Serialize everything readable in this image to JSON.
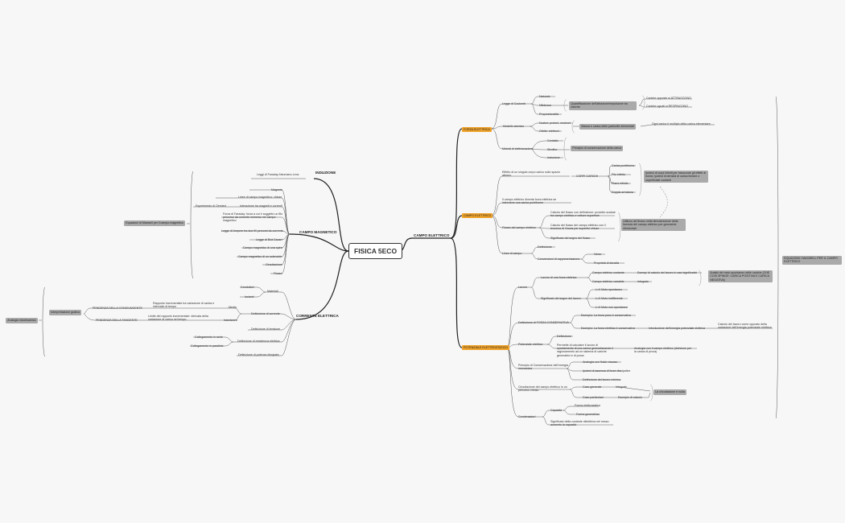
{
  "central": "FISICA 5ECO",
  "branches": {
    "induzione": "INDUZIONE",
    "campo_magnetico": "CAMPO MAGNETICO",
    "corrente": "CORRENTE ELETTRICA",
    "campo_elettrico": "CAMPO ELETTRICO"
  },
  "left": {
    "leggi_faraday": "Leggi di Faraday-Neumann-Lenz",
    "magnete": "Magnete",
    "linee_cm": "Linee di campo magnetico: chiuse",
    "interazione": "Interazione tra magneti e correnti",
    "esp_oersted": "Esperimento di Oersted",
    "forza_faraday": "Forza di Faraday: forza a cui è soggetto un filo percorso da corrente immerso nel campo magnetico",
    "legge_ampere": "Legge di Ampere tra due fili percorsi da corrente",
    "biot_savart": "Legge di Biot-Savart",
    "cm_spira": "Campo magnetico di una spira",
    "cm_solenoide": "Campo magnetico di un solenoide",
    "circuitazione": "Circuitazione",
    "flusso": "Flusso",
    "maxwell_cm": "Equazioni di Maxwell per il campo magnetico",
    "materiali": "Materiali",
    "conduttori": "Conduttori",
    "isolanti": "Isolanti",
    "def_corrente": "Definizione di corrente",
    "media": "Media",
    "istantanea": "Istantanea",
    "rapporto": "Rapporto incrementale tra variazione di carica e intervallo di tempo",
    "limite": "Limite del rapporto incrementale: derivata della variazione di carica nel tempo",
    "pendenza_cong": "PENDENZA DELLA CONGIUNGENTE",
    "pendenza_tang": "PENDENZA DELLA TANGENTE",
    "interp_grafica": "Interpretazione grafica",
    "analogia": "Analogia idrodinamica",
    "def_tensione": "Definizione di tensione",
    "def_resistenza": "Definizione di resistenza elettrica",
    "coll_serie": "Collegamento in serie",
    "coll_parallelo": "Collegamento in parallelo",
    "def_potenza": "Definizione di potenza dissipata"
  },
  "right": {
    "forza_elettrica": "FORZA ELETTRICA",
    "legge_coulomb": "Legge di Coulomb",
    "naturale": "Naturale",
    "nitidezza": "Nitidezza",
    "proporzionalita": "Proporzionalità",
    "quantificazione": "Quantificazione dell'attrazione/repulsione tra cariche",
    "opposte": "Cariche opposte si ATTRAGGONO",
    "uguali": "Cariche uguali si RESPINGONO",
    "modello_atomico": "Modello atomico",
    "nucleo": "Nucleo: protoni, neutroni",
    "orbite": "Orbite: elettroni",
    "massa_carica": "Massa e carica delle particelle elementari",
    "ogni_carica": "Ogni carica è multiplo della carica elementare",
    "metodi": "Metodi di elettrizzazione",
    "contatto": "Contatto",
    "strofino": "Strofino",
    "induzione_el": "Induzione",
    "conservazione": "Principio di conservazione della carica",
    "campo_elettrico_tag": "CAMPO ELETTRICO",
    "effetto": "Effetto di un singolo corpo carico sullo spazio attorno",
    "corpi_carichi": "CORPI CARICHI",
    "carica_puntiforme": "Carica puntiforme",
    "filo_infinito": "Filo infinito",
    "piano_infinito": "Piano infinito",
    "doppia_armatura": "Doppia armatura",
    "ipotesi": "Ipotesi di corpi infiniti per trascurare gli effetti di bordo; ipotesi di densità di carica lineare o superficiale costanti",
    "diventa_forza": "Il campo elettrico diventa forza elettrica se interviene una carica puntiforme",
    "flusso_ce": "Flusso del campo elettrico",
    "calcolo_flusso": "Calcolo del flusso con definizione: prodotto scalare tra campo elettrico e vettore superficie",
    "calcolo_gauss": "Calcolo del flusso del campo elettrico con il teorema di Gauss per superfici chiuse",
    "significato_segno": "Significato del segno del flusso",
    "utilizzo_flusso": "Utilizzo del flusso nella dimostrazione della formula del campo elettrico per geometrie elementari",
    "linee_campo": "Linee di campo",
    "definizione": "Definizione",
    "convenzioni": "Convenzioni di rappresentazione",
    "verso": "Verso",
    "densita": "Proprietà di densità",
    "potenziale": "POTENZIALE ELETTROSTATICO",
    "lavoro": "Lavoro",
    "lavoro_forza": "Lavoro di una forza elettrica",
    "ce_costante": "Campo elettrico costante",
    "ce_variabile": "Campo elettrico variabile",
    "esempi_calcolo": "Esempi di calcolo del lavoro in casi significativi",
    "integrale": "Integrale",
    "analisi": "Analisi del moto spontaneo delle cariche (CHE COSI SPINGE: CARICA POSITIVA E CARICA NEGATIVA)",
    "significato_lavoro": "Significato del segno del lavoro",
    "l_pos": "L>0 Moto spontaneo",
    "l_zero": "L=0 Moto indifferente",
    "l_neg": "L<0 Moto non spontaneo",
    "def_conservativa": "Definizione di FORZA CONSERVATIVA",
    "es_peso": "Esempio: La forza peso è conservativa",
    "es_elettrica": "Esempio: La forza elettrica è conservativa",
    "introduzione_pot": "Introduzione dell'energia potenziale elettrica",
    "calcolo_lavoro": "Calcolo del lavoro come opposto della variazione dell'energia potenziale elettrica",
    "potenziale_el": "Potenziale elettrico",
    "definizione2": "Definizione",
    "permette": "Permette di calcolare il lavoro di spostamento di una carica generalizzando il ragionamento ad un sistema di cariche generatrici e di prova",
    "analogia_ce": "Analogia con il campo elettrico (divisione per la carica di prova)",
    "principio_cons": "Principio di Conservazione dell'energia meccanica",
    "analogia_fluido": "Analogia con fluido viscoso",
    "ipotesi_forze": "Ipotesi di assenza di forze dissipative",
    "def_lavoro_minimo": "Definizione del lavoro minimo",
    "circuitazione_ce": "Circuitazione del campo elettrico in un percorso chiuso",
    "caso_generale": "Caso generale",
    "caso_particolare": "Caso particolare",
    "integrale2": "Integrale",
    "esempio_calcolo": "Esempio di calcolo",
    "circuitazione_nulla": "La circuitazione è nulla",
    "condensatori": "Condensatori",
    "capacita": "Capacità",
    "forma_elettrostatica": "Forma elettrostatica",
    "forma_geometrica": "Forma geometrica",
    "significato_costante": "Significato della costante dielettrica nel nesso aumento la capacità",
    "maxwell_ce": "EQUAZIONI I MAXWELL PER IL CAMPO ELETTRICO"
  },
  "colors": {
    "line": "#222222",
    "orange": "#f0a32b",
    "gray": "#aaaaaa",
    "dashed": "#999999"
  }
}
